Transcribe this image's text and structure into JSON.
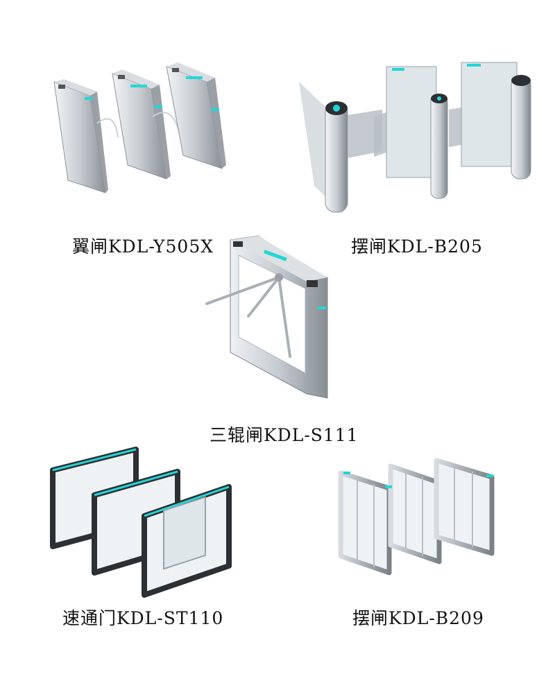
{
  "products": [
    {
      "id": "flap",
      "caption": "翼闸KDL-Y505X",
      "image_icon": "flap-barrier-turnstile-image"
    },
    {
      "id": "swing205",
      "caption": "摆闸KDL-B205",
      "image_icon": "swing-barrier-turnstile-image"
    },
    {
      "id": "tripod",
      "caption": "三辊闸KDL-S111",
      "image_icon": "tripod-turnstile-image"
    },
    {
      "id": "speed",
      "caption": "速通门KDL-ST110",
      "image_icon": "speed-gate-image"
    },
    {
      "id": "swing209",
      "caption": "摆闸KDL-B209",
      "image_icon": "swing-gate-image"
    }
  ],
  "colors": {
    "background": "#ffffff",
    "steel_light": "#e9ecef",
    "steel_mid": "#b8bec4",
    "steel_dark": "#7d848b",
    "indicator_cyan": "#22d6d6",
    "glass": "#dfe6ea",
    "frame_dark": "#2c2f33"
  }
}
